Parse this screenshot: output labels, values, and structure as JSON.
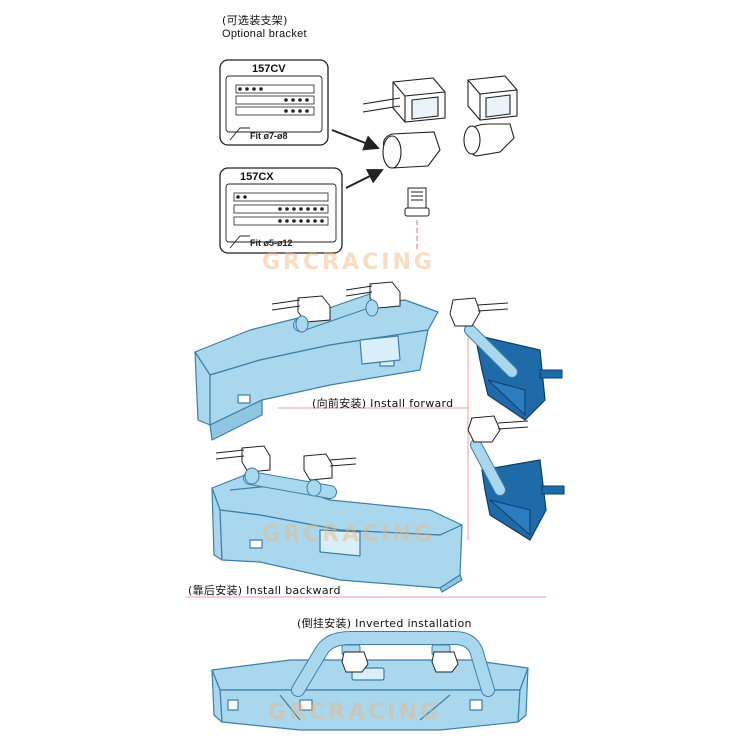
{
  "header": {
    "title_cn": "(可选装支架)",
    "title_en": "Optional bracket"
  },
  "plates": [
    {
      "model": "157CV",
      "fit": "Fit ø7-ø8"
    },
    {
      "model": "157CX",
      "fit": "Fit ø5-ø12"
    }
  ],
  "watermark": "GRCRACING",
  "sections": {
    "forward": "(向前安装) Install forward",
    "backward": "(靠后安装) Install backward",
    "inverted": "(倒挂安装) Inverted installation"
  },
  "colors": {
    "bumper_fill": "#a9d8ee",
    "bumper_stroke": "#3d7fa6",
    "divider": "#e7a3a3",
    "watermark": "#f0b478"
  }
}
